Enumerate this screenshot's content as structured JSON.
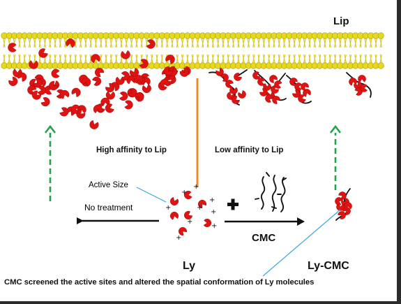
{
  "labels": {
    "lip": "Lip",
    "high_affinity": "High affinity to Lip",
    "low_affinity": "Low affinity to Lip",
    "active_size": "Active Size",
    "no_treatment": "No treatment",
    "cmc": "CMC",
    "ly": "Ly",
    "ly_cmc": "Ly-CMC",
    "caption": "CMC screened the active sites and altered the spatial conformation of Ly molecules"
  },
  "charge_sign": "+",
  "colors": {
    "lipid_head": "#e6d81c",
    "lipid_head_edge": "#a89c10",
    "lipid_tail": "#d8c81a",
    "protein": "#e01212",
    "divider": "#ee8a2c",
    "arrow_dashed": "#22a34a",
    "arrow": "#111111",
    "pointer_line": "#3aa6de",
    "frame": "#2b2b2b"
  }
}
